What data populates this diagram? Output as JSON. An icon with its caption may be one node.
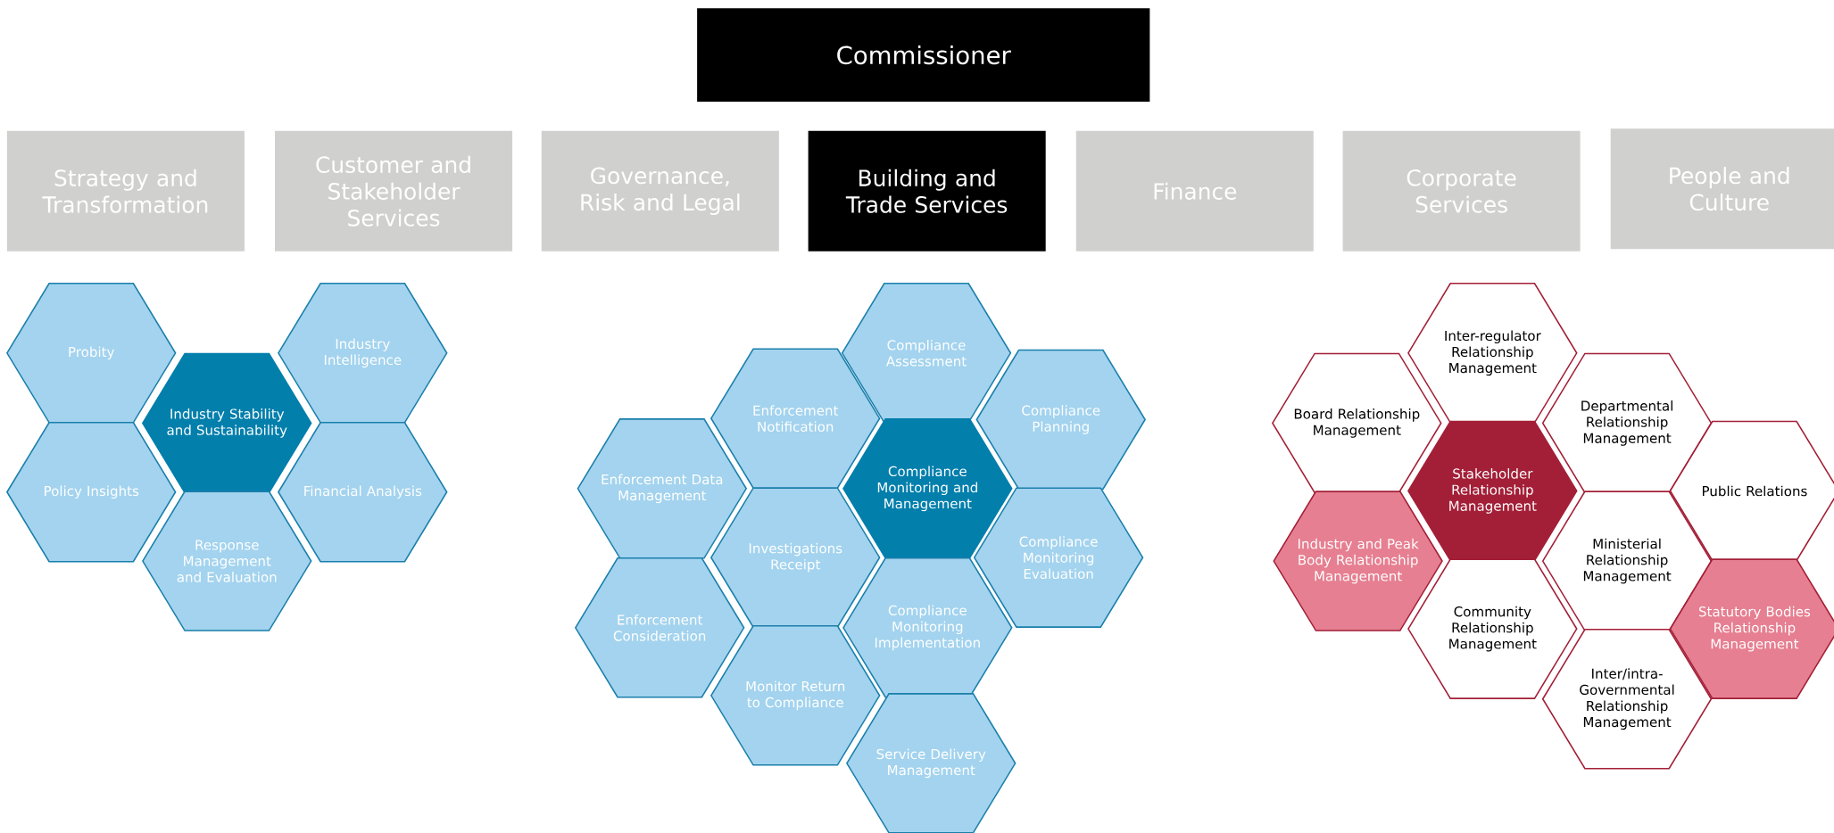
{
  "diagram": {
    "nodes": [
      {
        "text": [
          "Commissioner"
        ]
      },
      {
        "text": [
          "Strategy and Transformation"
        ]
      },
      {
        "text": [
          "Customer and Stakeholder Services"
        ]
      },
      {
        "text": [
          "Governance, Risk and Legal"
        ]
      },
      {
        "text": [
          "Building and Trade Services"
        ]
      },
      {
        "text": [
          "Finance"
        ]
      },
      {
        "text": [
          "Corporate Services"
        ]
      },
      {
        "text": [
          "People and Culture"
        ]
      },
      {
        "text": [
          "Probity"
        ]
      },
      {
        "text": [
          "Industry Intelligence"
        ]
      },
      {
        "text": [
          "Industry Stability and Sustainability"
        ]
      },
      {
        "text": [
          "Policy Insights"
        ]
      },
      {
        "text": [
          "Financial Analysis"
        ]
      },
      {
        "text": [
          "Response Management and Evaluation"
        ]
      },
      {
        "text": [
          "Compliance Assessment"
        ]
      },
      {
        "text": [
          "Enforcement Notification"
        ]
      },
      {
        "text": [
          "Compliance Planning"
        ]
      },
      {
        "text": [
          "Enforcement Data Management"
        ]
      },
      {
        "text": [
          "Compliance Monitoring and Management"
        ]
      },
      {
        "text": [
          "Investigations Receipt"
        ]
      },
      {
        "text": [
          "Compliance Monitoring Evaluation"
        ]
      },
      {
        "text": [
          "Enforcement Consideration"
        ]
      },
      {
        "text": [
          "Compliance Monitoring Implementation"
        ]
      },
      {
        "text": [
          "Monitor Return to Compliance"
        ]
      },
      {
        "text": [
          "Service Delivery Management"
        ]
      },
      {
        "text": [
          "Inter-regulator Relationship Management"
        ]
      },
      {
        "text": [
          "Board Relationship Management"
        ]
      },
      {
        "text": [
          "Departmental Relationship Management"
        ]
      },
      {
        "text": [
          "Stakeholder Relationship Management"
        ]
      },
      {
        "text": [
          "Public Relations"
        ]
      },
      {
        "text": [
          "Industry and Peak Body Relationship Management"
        ]
      },
      {
        "text": [
          "Ministerial Relationship Management"
        ]
      },
      {
        "text": [
          "Community Relationship Management"
        ]
      },
      {
        "text": [
          "Statutory Bodies Relationship Management"
        ]
      },
      {
        "text": [
          "Inter/intra-Governmental Relationship Management"
        ]
      }
    ]
  }
}
